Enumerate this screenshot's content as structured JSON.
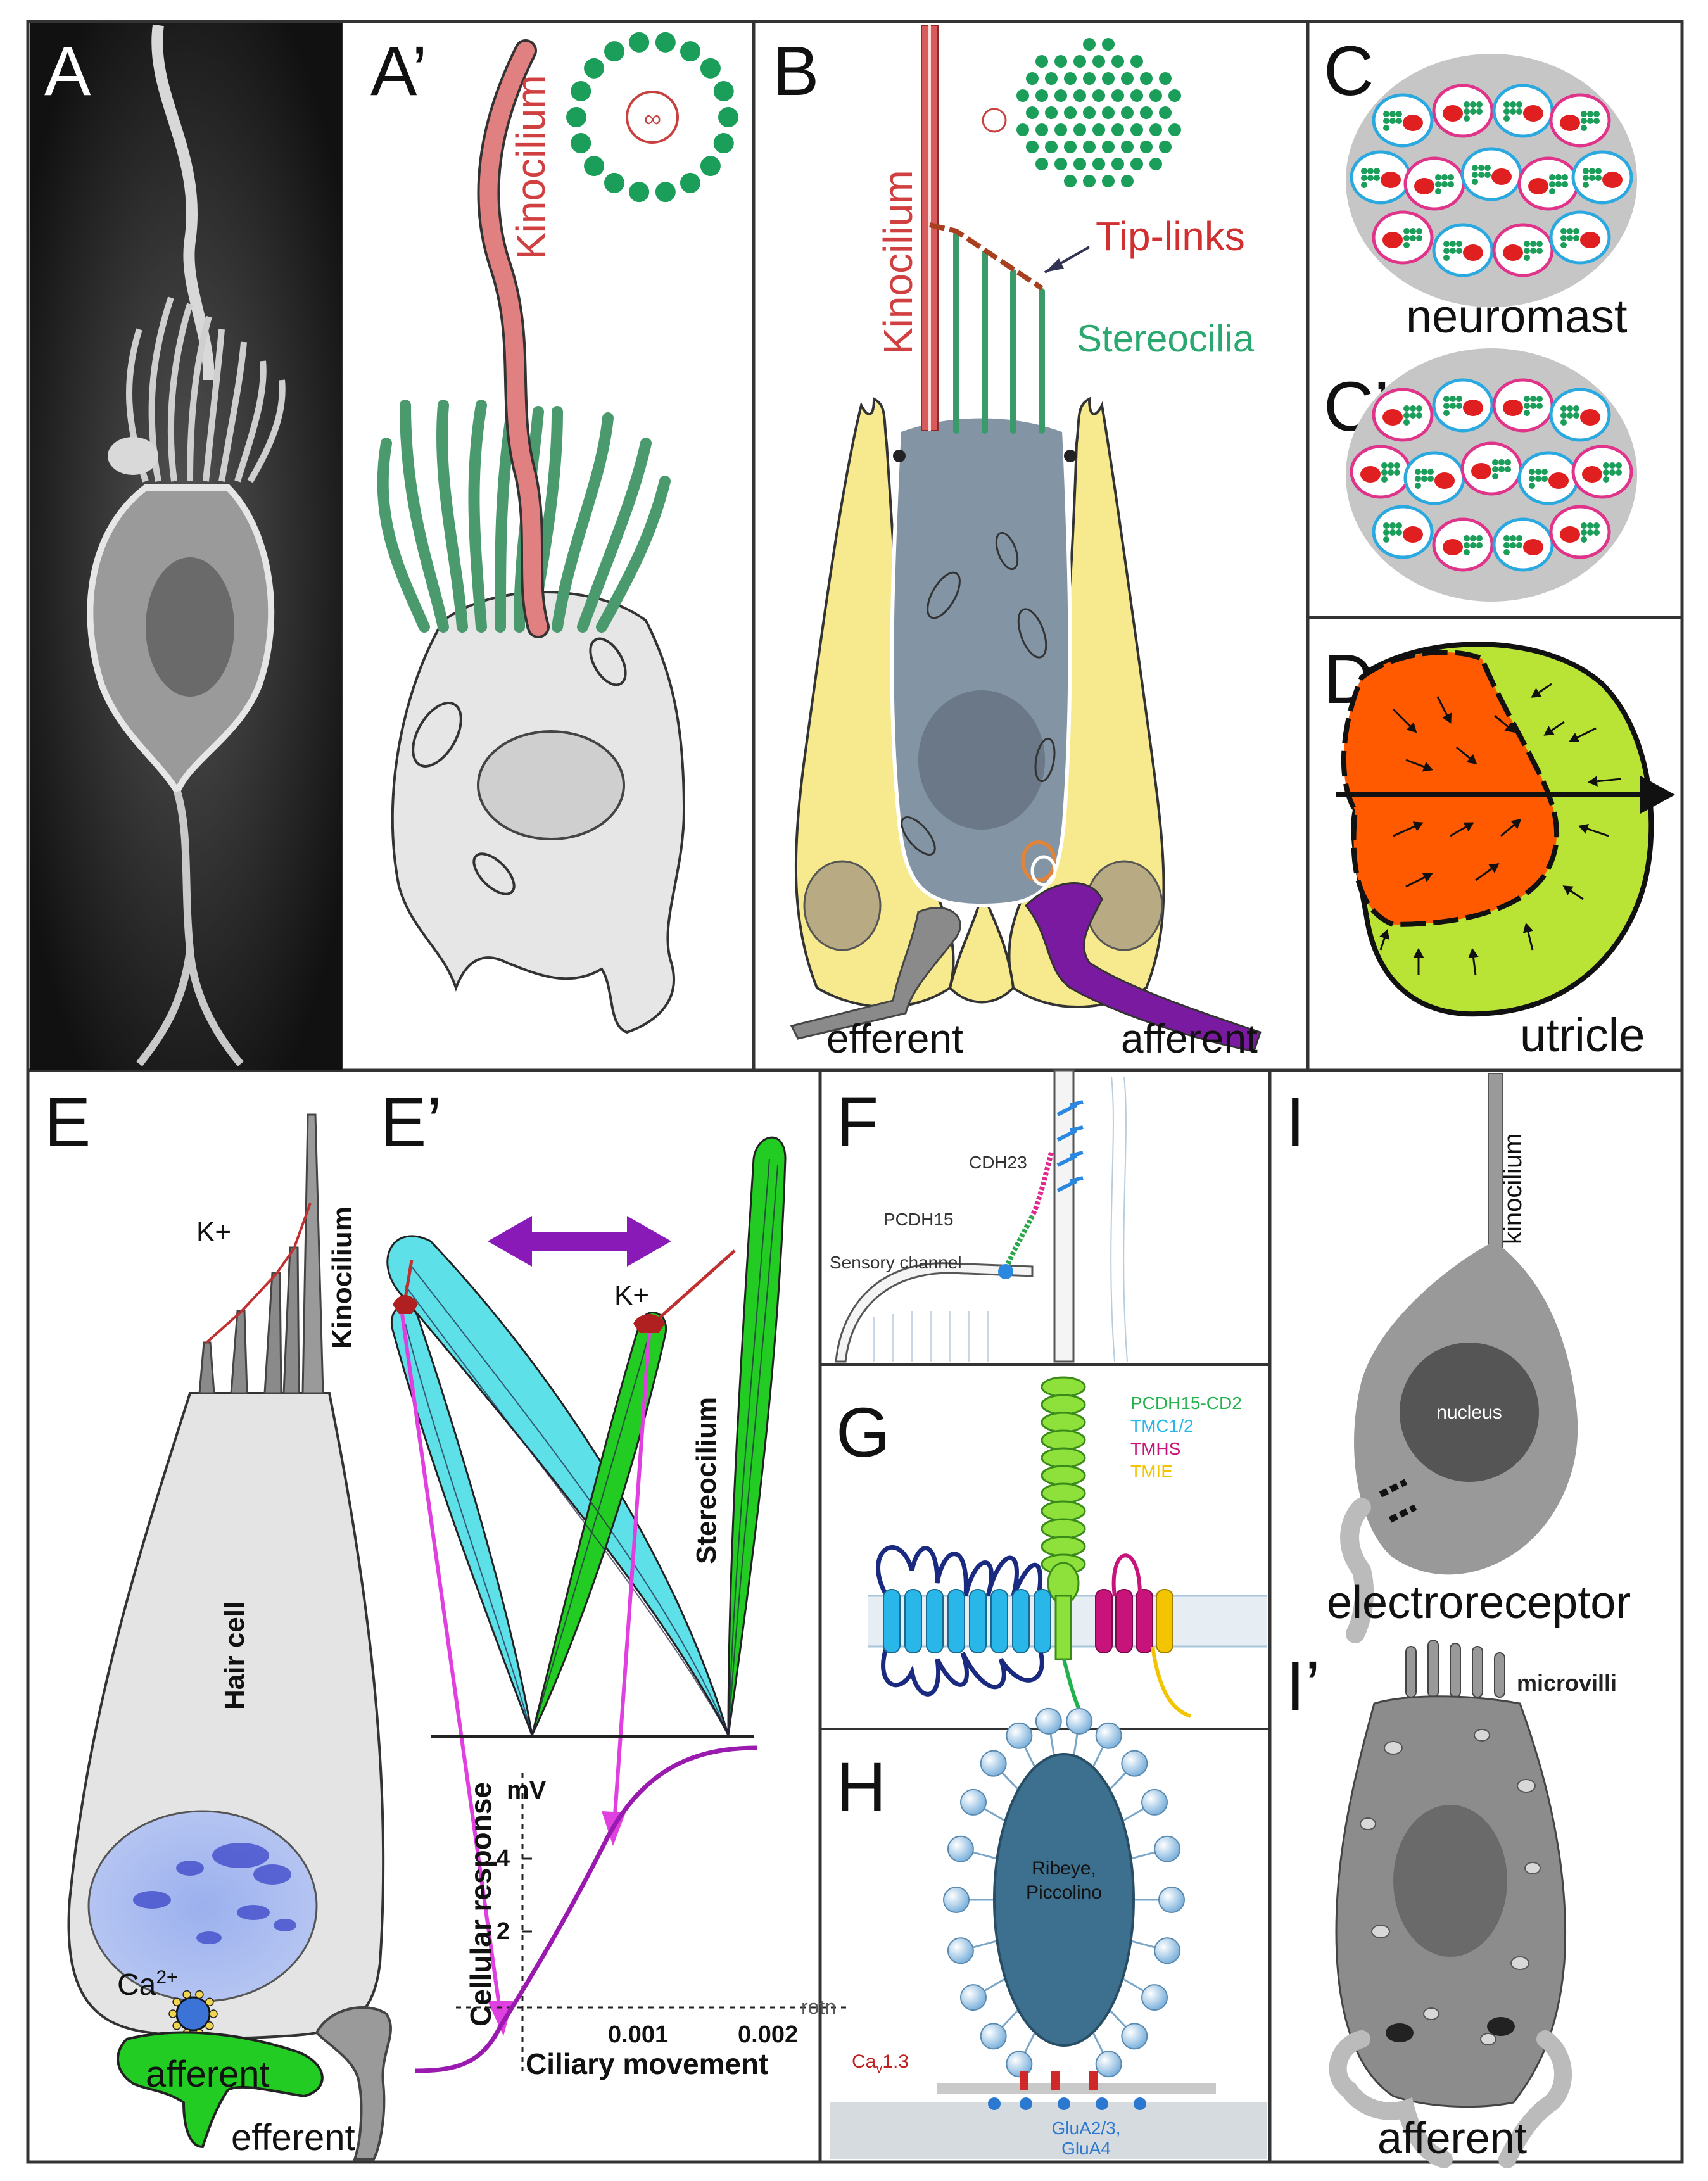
{
  "panel_labels": {
    "A": "A",
    "A_prime": "A’",
    "B": "B",
    "C": "C",
    "C_prime": "C’",
    "D": "D",
    "E": "E",
    "E_prime": "E’",
    "F": "F",
    "G": "G",
    "H": "H",
    "I": "I",
    "I_prime": "I’"
  },
  "panel_a_prime": {
    "kinocilium": "Kinocilium"
  },
  "panel_b": {
    "kinocilium": "Kinocilium",
    "tip_links": "Tip-links",
    "stereocilia": "Stereocilia",
    "efferent": "efferent",
    "afferent": "afferent"
  },
  "panel_c": {
    "neuromast": "neuromast"
  },
  "panel_d": {
    "utricle": "utricle"
  },
  "panel_e": {
    "k_plus": "K+",
    "kinocilium": "Kinocilium",
    "hair_cell": "Hair cell",
    "ca": "Ca",
    "ca_sup": "2+",
    "afferent": "afferent",
    "efferent": "efferent"
  },
  "panel_e_prime": {
    "k_plus": "K+",
    "stereocilium": "Stereocilium",
    "y_label": "Cellular response",
    "y_unit": "mV",
    "x_label": "Ciliary movement",
    "x_unit": "rotn",
    "y_ticks": [
      "2",
      "4"
    ],
    "x_ticks": [
      "0.001",
      "0.002"
    ]
  },
  "panel_f": {
    "cdh23": "CDH23",
    "pcdh15": "PCDH15",
    "sensory_channel": "Sensory channel"
  },
  "panel_g": {
    "legend": [
      {
        "label": "PCDH15-CD2",
        "color": "#22b14c"
      },
      {
        "label": "TMC1/2",
        "color": "#29b6e8"
      },
      {
        "label": "TMHS",
        "color": "#c8147a"
      },
      {
        "label": "TMIE",
        "color": "#f2c500"
      }
    ]
  },
  "panel_h": {
    "ribeye_1": "Ribeye,",
    "ribeye_2": "Piccolino",
    "cav": "Ca",
    "cav_sub": "v",
    "cav_rest": "1.3",
    "glu_1": "GluA2/3,",
    "glu_2": "GluA4"
  },
  "panel_i": {
    "kinocilium": "kinocilium",
    "nucleus": "nucleus",
    "electroreceptor": "electroreceptor",
    "microvilli": "microvilli",
    "afferent": "afferent"
  },
  "colors": {
    "kinocilium_red": "#e07070",
    "stereocilia_green": "#3a9a6a",
    "support_yellow": "#f7e98e",
    "cell_gray_blue": "#8394a4",
    "afferent_purple": "#7a1aa0",
    "efferent_gray": "#8a8a8a",
    "neuromast_gray": "#c6c6c6",
    "ring_pink": "#e0348a",
    "ring_blue": "#2aa8e0",
    "utricle_orange": "#ff5a00",
    "utricle_green": "#b9e335",
    "cyan_cilium": "#5ee0e8",
    "green_cilium": "#22cc22",
    "magenta": "#d040d0",
    "purple_curve": "#9a1ab0"
  }
}
